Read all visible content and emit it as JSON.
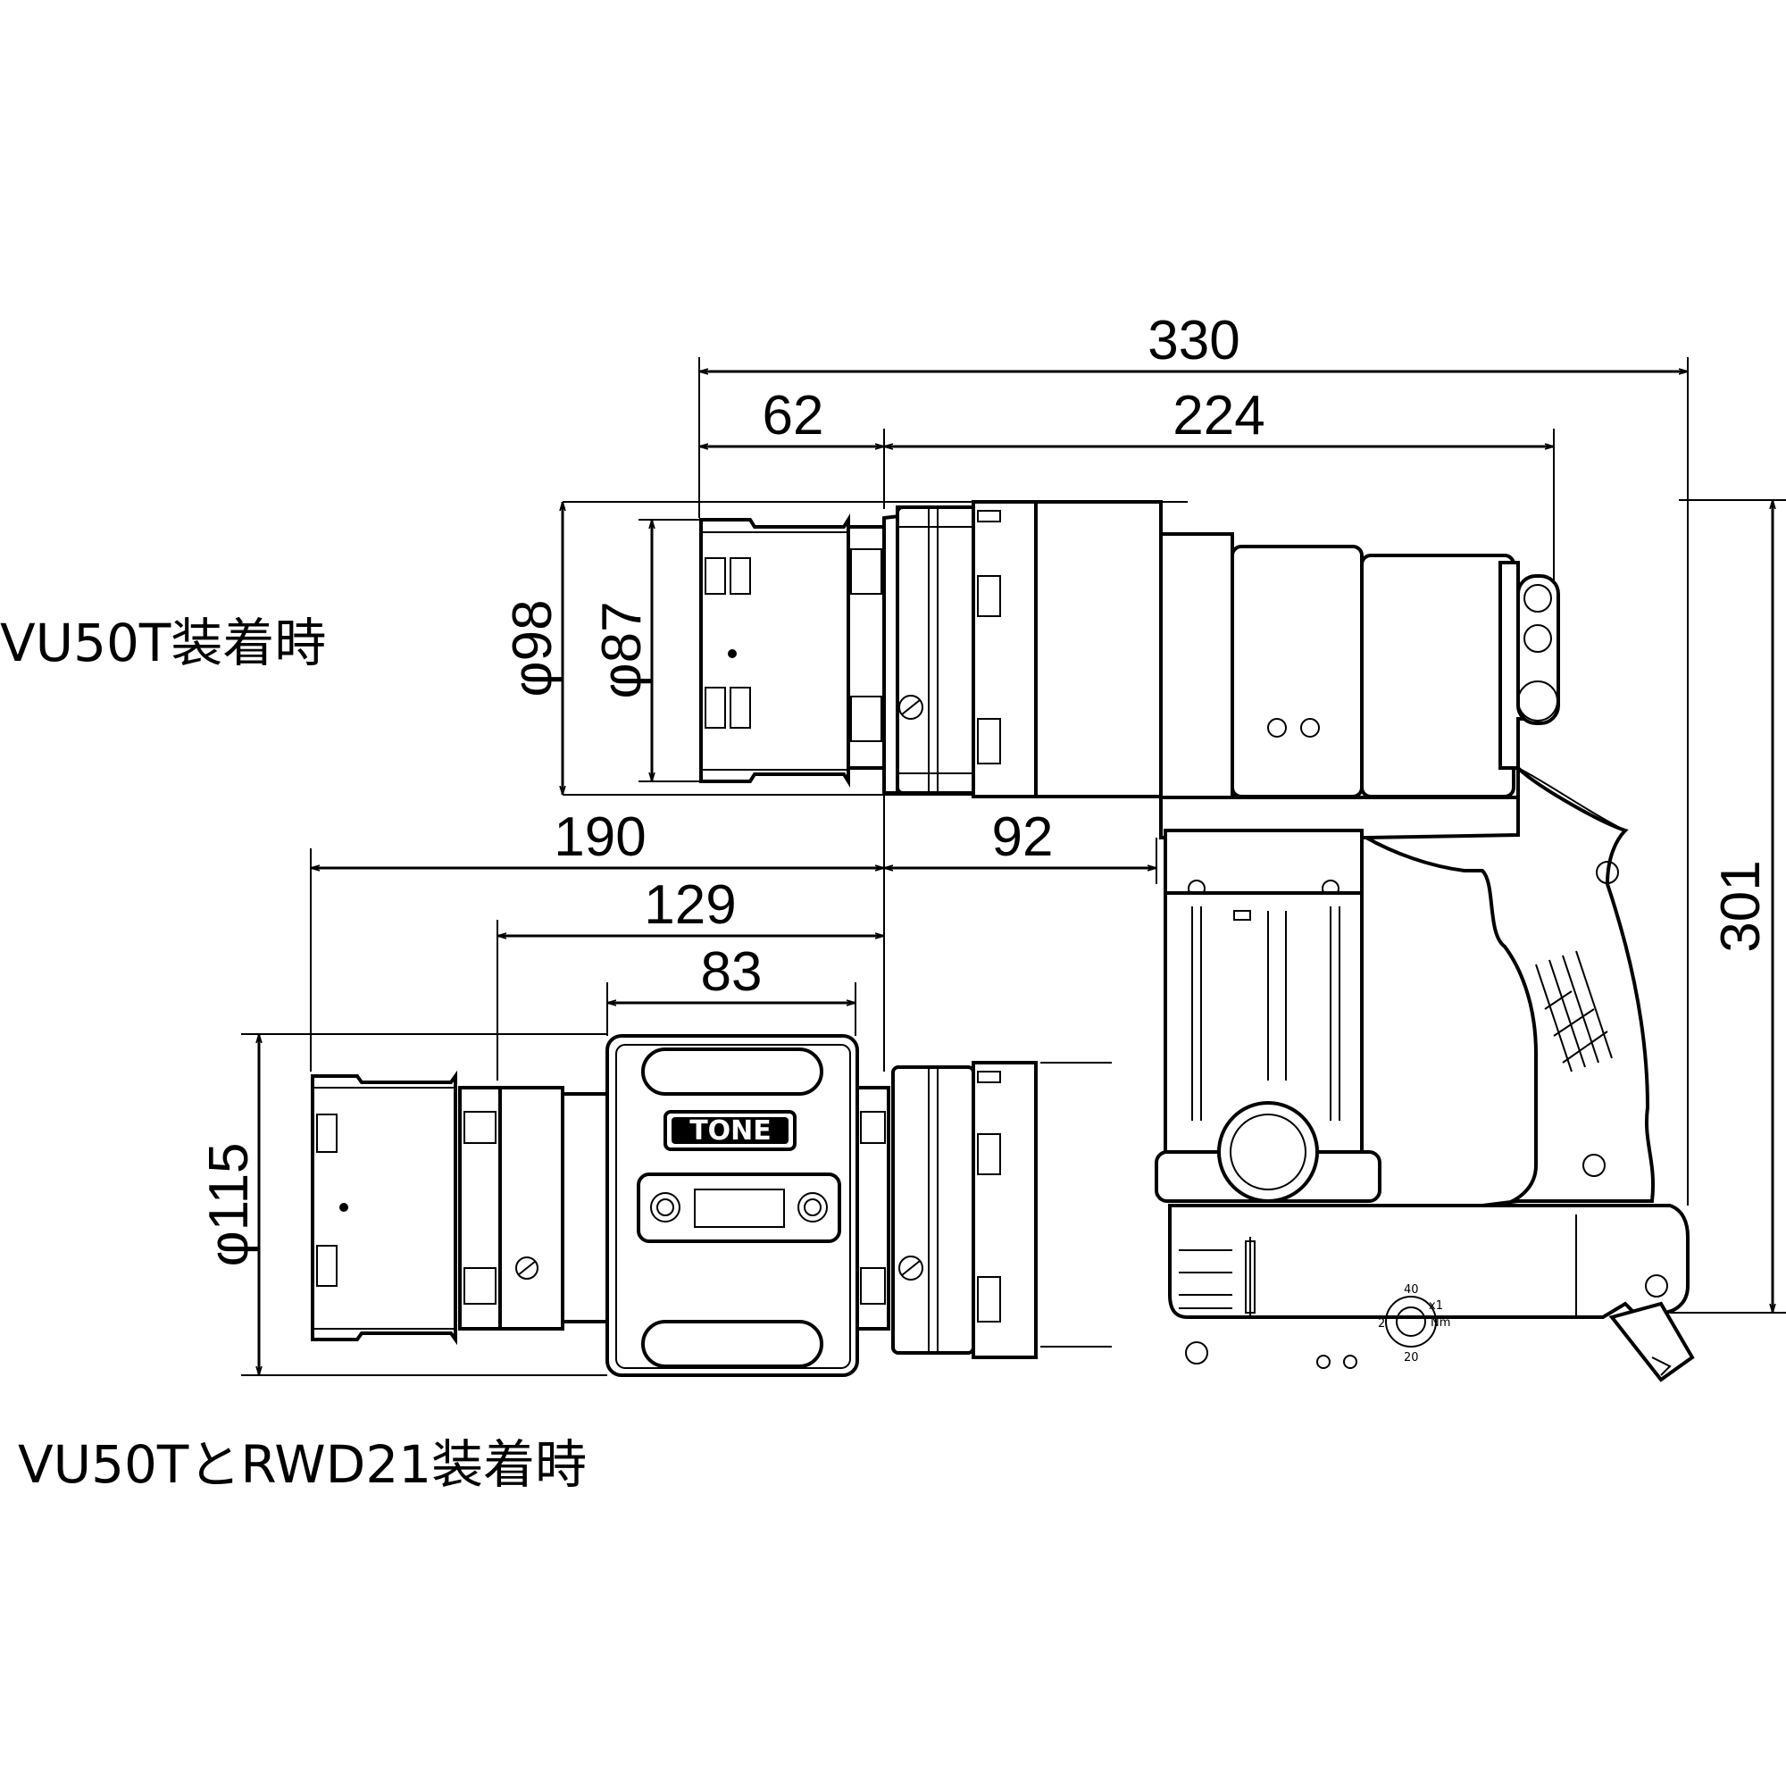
{
  "captions": {
    "vu50t": "VU50T装着時",
    "vu50t_rwd21": "VU50TとRWD21装着時"
  },
  "dimensions": {
    "overall_length": "330",
    "head_length": "62",
    "body_length": "224",
    "outer_diameter": "φ98",
    "inner_diameter": "φ87",
    "extended_length": "190",
    "adapter_length": "92",
    "rwd_length": "129",
    "rwd_body": "83",
    "rwd_diameter": "φ115",
    "height": "301"
  },
  "logo": "TONE",
  "dial_labels": [
    "40",
    "x1",
    "Nm",
    "20",
    "2"
  ]
}
